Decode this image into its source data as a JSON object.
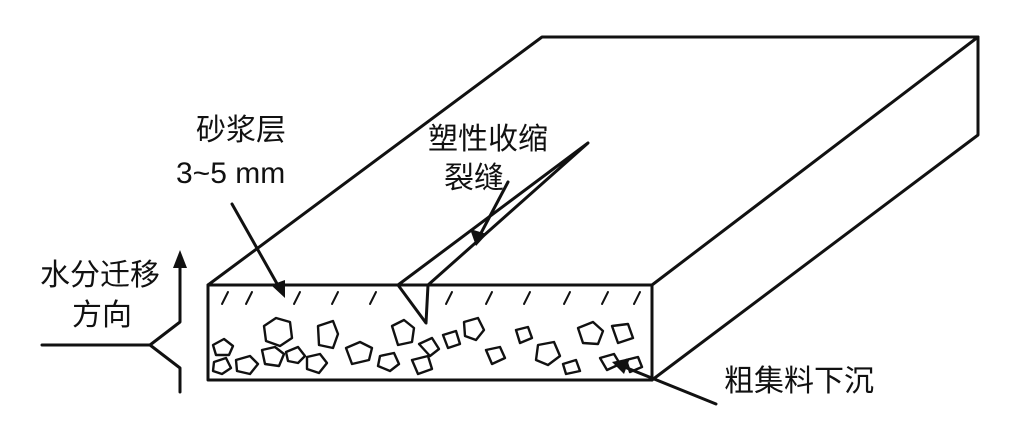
{
  "diagram": {
    "labels": {
      "mortar_layer": "砂浆层",
      "mortar_thickness": "3~5 mm",
      "plastic_shrinkage_line1": "塑性收缩",
      "plastic_shrinkage_line2": "裂缝",
      "water_migration_line1": "水分迁移",
      "water_migration_line2": "方向",
      "coarse_aggregate": "粗集料下沉"
    }
  }
}
